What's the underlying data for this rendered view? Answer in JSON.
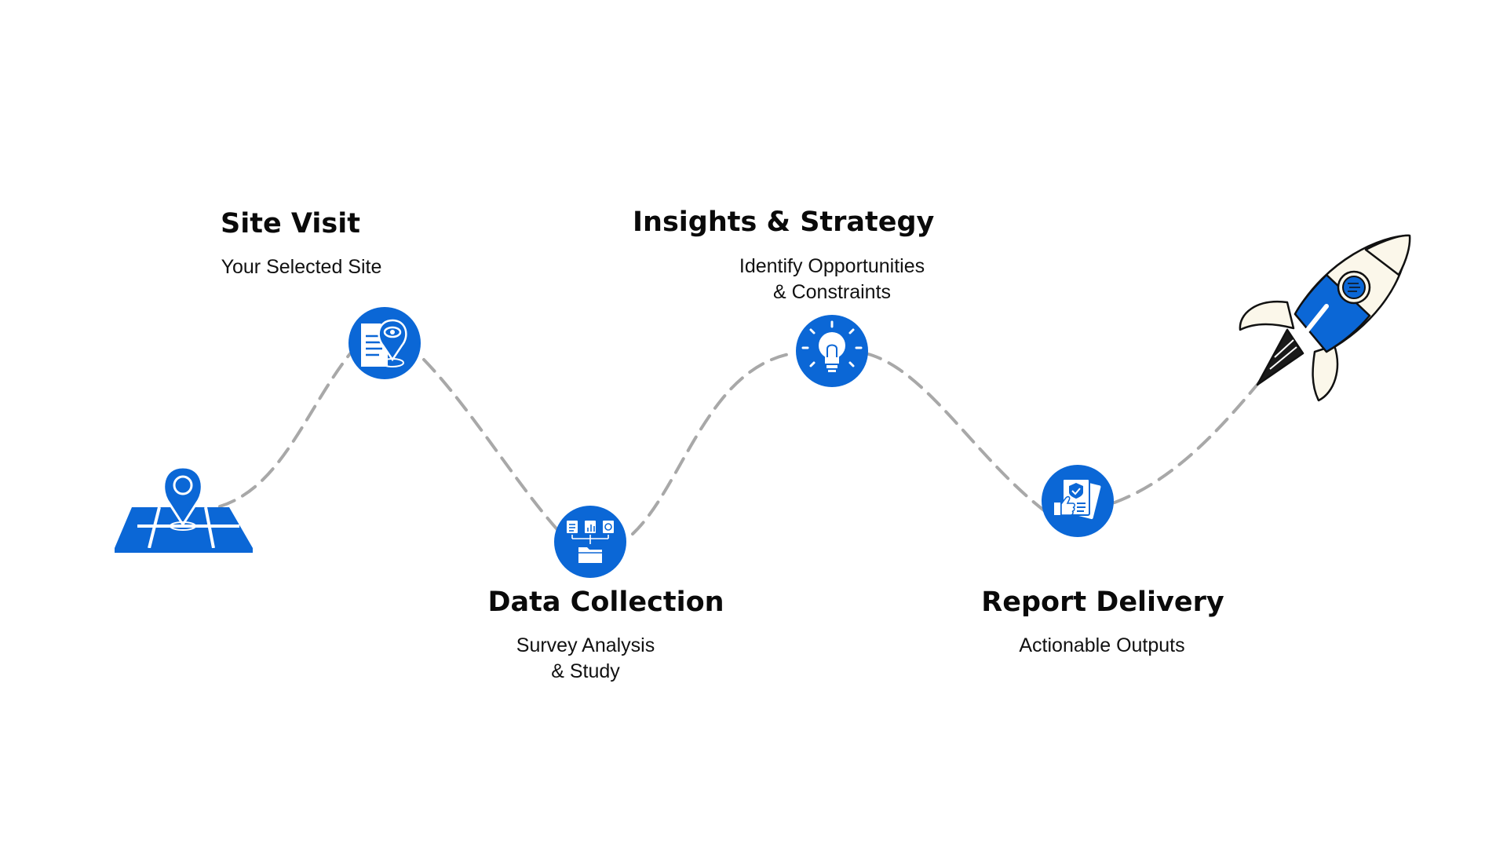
{
  "colors": {
    "accent": "#0b67d6",
    "path": "#a8a8a8",
    "text": "#0a0a0a",
    "rocket_body": "#fbf7ea",
    "rocket_outline": "#111111"
  },
  "steps": [
    {
      "id": "site-visit",
      "title": "Site Visit",
      "subtitle": [
        "Your Selected Site"
      ],
      "icon": "document-location-eye-icon"
    },
    {
      "id": "data-collection",
      "title": "Data Collection",
      "subtitle": [
        "Survey Analysis",
        "& Study"
      ],
      "icon": "data-folder-icon"
    },
    {
      "id": "insights-strategy",
      "title": "Insights & Strategy",
      "subtitle": [
        "Identify Opportunities",
        "& Constraints"
      ],
      "icon": "lightbulb-icon"
    },
    {
      "id": "report-delivery",
      "title": "Report Delivery",
      "subtitle": [
        "Actionable Outputs"
      ],
      "icon": "report-approval-icon"
    }
  ],
  "start_icon": "map-pin-icon",
  "end_icon": "rocket-icon"
}
